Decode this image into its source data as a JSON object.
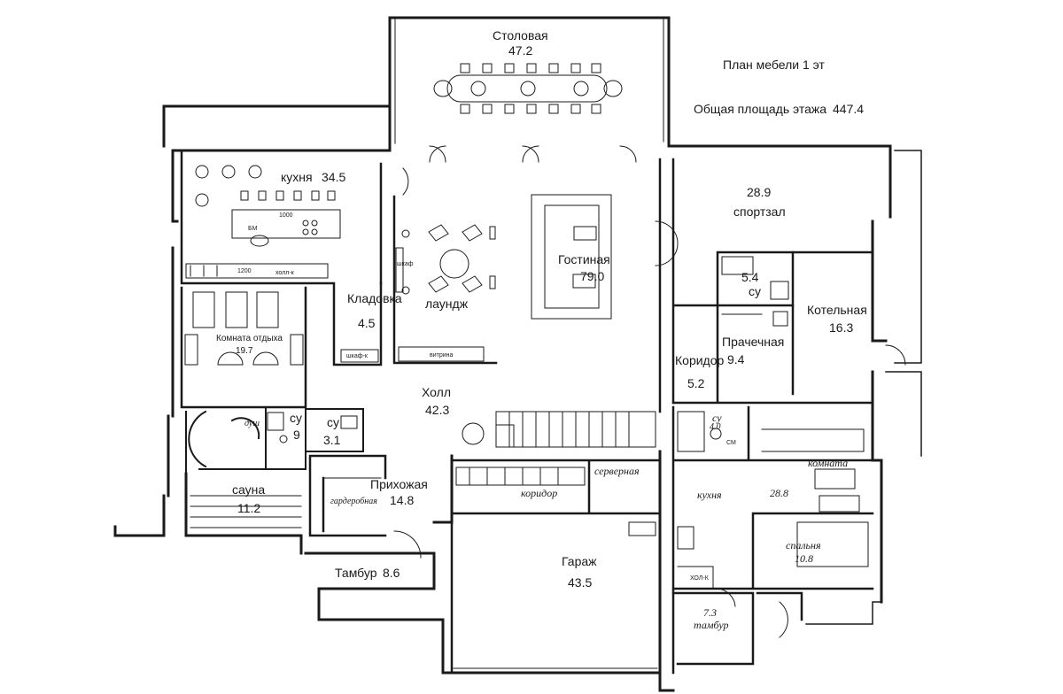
{
  "header": {
    "plan_title": "План мебели 1 эт",
    "area_caption": "Общая площадь этажа",
    "area_value": "447.4"
  },
  "rooms": {
    "dining": {
      "name": "Столовая",
      "area": "47.2"
    },
    "kitchen": {
      "name": "кухня",
      "area": "34.5"
    },
    "gym": {
      "name": "спортзал",
      "area": "28.9"
    },
    "living": {
      "name": "Гостиная",
      "area": "79.0"
    },
    "lounge": {
      "name": "лаундж"
    },
    "pantry": {
      "name": "Кладовка",
      "area": "4.5"
    },
    "rest_room": {
      "name": "Комната отдыха",
      "area": "19.7"
    },
    "wc_gym": {
      "name": "су",
      "area": "5.4"
    },
    "boiler": {
      "name": "Котельная",
      "area": "16.3"
    },
    "laundry": {
      "name": "Прачечная",
      "area": "9.4"
    },
    "corridor_small": {
      "name": "Коридор",
      "area": "5.2"
    },
    "hall": {
      "name": "Холл",
      "area": "42.3"
    },
    "wc_sauna": {
      "name": "су",
      "area": "9"
    },
    "wc_hall": {
      "name": "су",
      "area": "3.1"
    },
    "shower_label": "душ",
    "sauna": {
      "name": "сауна",
      "area": "11.2"
    },
    "entrance": {
      "name": "Прихожая",
      "area": "14.8"
    },
    "wardrobe": {
      "name": "гардеробная"
    },
    "corridor": {
      "name": "коридор"
    },
    "server": {
      "name": "серверная"
    },
    "vestibule": {
      "name": "Тамбур",
      "area": "8.6"
    },
    "garage": {
      "name": "Гараж",
      "area": "43.5"
    },
    "wc_guest": {
      "name": "су",
      "area": "4.0"
    },
    "guest_room": {
      "name": "комната"
    },
    "guest_kitchen": {
      "name": "кухня",
      "area": "28.8"
    },
    "bedroom": {
      "name": "спальня",
      "area": "10.8"
    },
    "vestibule_small": {
      "name": "тамбур",
      "area": "7.3"
    }
  },
  "tiny_labels": {
    "k1": "1000",
    "k2": "БМ",
    "k3": "1200",
    "k4": "холл-к",
    "l1": "шкаф",
    "l2": "шкаф-к",
    "l3": "витрина",
    "s1": "СМ",
    "s2": "ХОЛ-К"
  }
}
